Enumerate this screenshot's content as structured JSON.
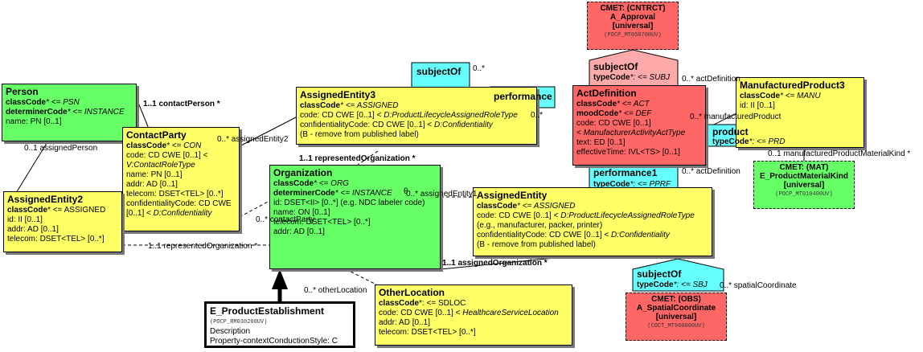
{
  "person": {
    "title": "Person",
    "lines": [
      {
        "k": "classCode",
        "v": "* <= PSN"
      },
      {
        "k": "determinerCode",
        "v": "* <= INSTANCE"
      }
    ],
    "plain": [
      "name: PN [0..1]"
    ]
  },
  "contact_party": {
    "title": "ContactParty",
    "class_code": "classCode",
    "class_val": "* <= CON",
    "code_line": "code: CD CWE [0..1] <",
    "code_vocab": "V:ContactRoleType",
    "lines": [
      "name: PN [0..1]",
      "addr: AD [0..1]",
      "telecom: DSET<TEL> [0..*]",
      "confidentialityCode: CD CWE"
    ],
    "conf_prefix": "[0..1] < ",
    "conf_vocab": "D:Confidentiality"
  },
  "assigned_entity2": {
    "title": "AssignedEntity2",
    "class_code": "classCode",
    "class_val": "* <= ASSIGNED",
    "lines": [
      "id: II [0..1]",
      "addr: AD [0..1]",
      "telecom: DSET<TEL> [0..*]"
    ]
  },
  "assigned_entity3": {
    "title": "AssignedEntity3",
    "class_code": "classCode",
    "class_val": "* <= ASSIGNED",
    "code_prefix": "code: CD CWE [0..1] < ",
    "code_vocab": "D:ProductLifecycleAssignedRoleType",
    "conf_prefix": "confidentialityCode: CD CWE [0..1] < ",
    "conf_vocab": "D:Confidentiality",
    "note": " (B - remove from published label)"
  },
  "organization": {
    "title": "Organization",
    "class_code": "classCode",
    "class_val": "* <= ORG",
    "det_code": "determinerCode",
    "det_val": "* <= INSTANCE",
    "lines": [
      "id: DSET<II> [0..*] (e.g. NDC labeler code)",
      "name: ON [0..1]",
      "telecom: DSET<TEL> [0..*]",
      "addr: AD [0..1]"
    ]
  },
  "assigned_entity": {
    "title": "AssignedEntity",
    "class_code": "classCode",
    "class_val": "* <= ASSIGNED",
    "code_prefix": "code: CD CWE [0..1] < ",
    "code_vocab": "D:ProductLifecycleAssignedRoleType",
    "lines": [
      "(e.g., manufacturer, packer, printer)"
    ],
    "conf_prefix": "confidentialityCode: CD CWE [0..1] < ",
    "conf_vocab": "D:Confidentiality",
    "note": " (B - remove from published label)"
  },
  "act_definition": {
    "title": "ActDefinition",
    "class_code": "classCode",
    "class_val": "* <= ACT",
    "mood_code": "moodCode",
    "mood_val": "* <= DEF",
    "code_line": "code: CD CWE [0..1]",
    "code_vocab": " < ManufacturerActivityActType",
    "lines": [
      "text: ED [0..1]",
      "effectiveTime: IVL<TS> [0..1]"
    ]
  },
  "manufactured_product3": {
    "title": "ManufacturedProduct3",
    "class_code": "classCode",
    "class_val": "* <= MANU",
    "lines": [
      "id: II [0..1]"
    ]
  },
  "other_location": {
    "title": "OtherLocation",
    "class_code": "classCode",
    "class_val": "*: <= SDLOC",
    "code_prefix": "code: CD CWE [0..1] < ",
    "code_vocab": "HealthcareServiceLocation",
    "lines": [
      "addr: AD [0..1]",
      "telecom: DSET<TEL> [0..*]"
    ]
  },
  "product_establishment": {
    "title": "E_ProductEstablishment",
    "id": "(POCP_RM030200UV)",
    "lines": [
      "Description",
      "Property-contextConductionStyle: C"
    ]
  },
  "cmet_approval": {
    "l1": "CMET: (CNTRCT)",
    "l2": "A_Approval",
    "l3": "[universal]",
    "id": "(POCP_MT050700UV)"
  },
  "cmet_mat": {
    "l1": "CMET: (MAT)",
    "l2": "E_ProductMaterialKind",
    "l3": "[universal]",
    "id": "(POCP_MT010400UV)"
  },
  "cmet_spatial": {
    "l1": "CMET: (OBS)",
    "l2": "A_SpatialCoordinate",
    "l3": "[universal]",
    "id": "(COCT_MT960000UV)"
  },
  "shapes": {
    "subject_of_top": "subjectOf",
    "performance_top": "performance",
    "subject_of_act": "subjectOf",
    "subject_of_act_type_k": "typeCode",
    "subject_of_act_type_v": "*: <= SUBJ",
    "product": "product",
    "product_type_k": "typeCode",
    "product_type_v": "*: <= PRD",
    "performance1": "performance1",
    "performance1_type_k": "typeCode",
    "performance1_type_v": "*: <= PPRF",
    "subject_of_ae": "subjectOf",
    "subject_of_ae_type_k": "typeCode",
    "subject_of_ae_type_v": "*: <= SBJ"
  },
  "labels": {
    "contact_person": "1..1 contactPerson  *",
    "assigned_person": "0..1 assignedPerson",
    "assigned_entity2_lbl": "0..* assignedEntity2",
    "represented_org_top": "1..1 representedOrganization  *",
    "represented_org_bottom": "1..1 representedOrganization  *",
    "contact_party_lbl": "0..* contactParty",
    "assigned_entity1": "0..* assignedEntity1",
    "assigned_org": "1..1 assignedOrganization  *",
    "other_location": "0..* otherLocation",
    "subjectof_mult": "0..*",
    "performance_mult": "0..*",
    "act_def_top": "0..* actDefinition",
    "manufactured_product": "0..* manufacturedProduct",
    "material_kind": "0..1 manufacturedProductMaterialKind  *",
    "act_def_bottom": "0..* actDefinition",
    "spatial": "0..* spatialCoordinate",
    "theta": "θ"
  }
}
